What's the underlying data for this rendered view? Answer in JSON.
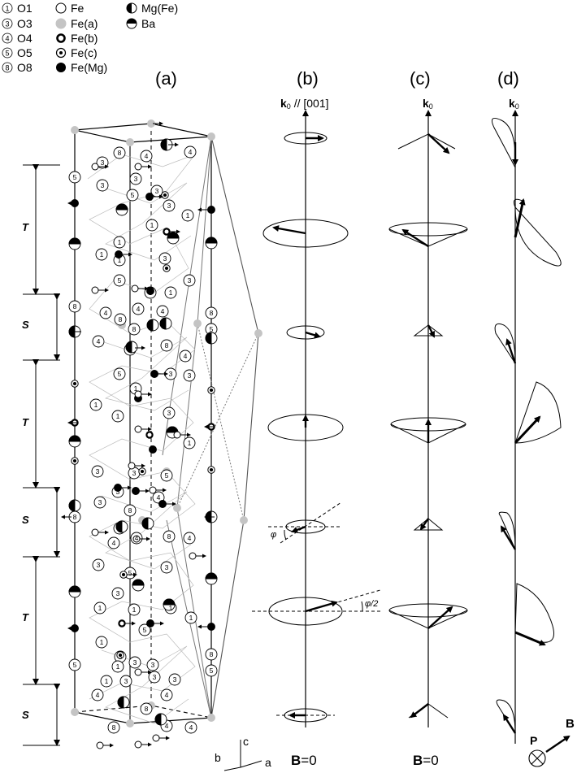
{
  "legend": {
    "oxygen": [
      {
        "num": "1",
        "label": "O1"
      },
      {
        "num": "3",
        "label": "O3"
      },
      {
        "num": "4",
        "label": "O4"
      },
      {
        "num": "5",
        "label": "O5"
      },
      {
        "num": "8",
        "label": "O8"
      }
    ],
    "iron": [
      {
        "symbol": "fe-open",
        "label": "Fe"
      },
      {
        "symbol": "fe-gray",
        "label": "Fe(a)"
      },
      {
        "symbol": "fe-thick",
        "label": "Fe(b)"
      },
      {
        "symbol": "fe-dot",
        "label": "Fe(c)"
      },
      {
        "symbol": "fe-black",
        "label": "Fe(Mg)"
      }
    ],
    "other": [
      {
        "symbol": "half-vertical",
        "label": "Mg(Fe)"
      },
      {
        "symbol": "half-horizontal",
        "label": "Ba"
      }
    ]
  },
  "panels": {
    "a": "(a)",
    "b": "(b)",
    "c": "(c)",
    "d": "(d)"
  },
  "blocks": [
    "T",
    "S",
    "T",
    "S",
    "T",
    "S"
  ],
  "axes": {
    "k_main": "k",
    "k_sub": "0",
    "k_direction": "// [001]",
    "b_zero_bold": "B",
    "b_zero_rest": "=0",
    "phi": "φ",
    "phi_half": "φ/2",
    "crystal_c": "c",
    "crystal_b": "b",
    "crystal_a": "a",
    "P": "P",
    "B": "B"
  }
}
